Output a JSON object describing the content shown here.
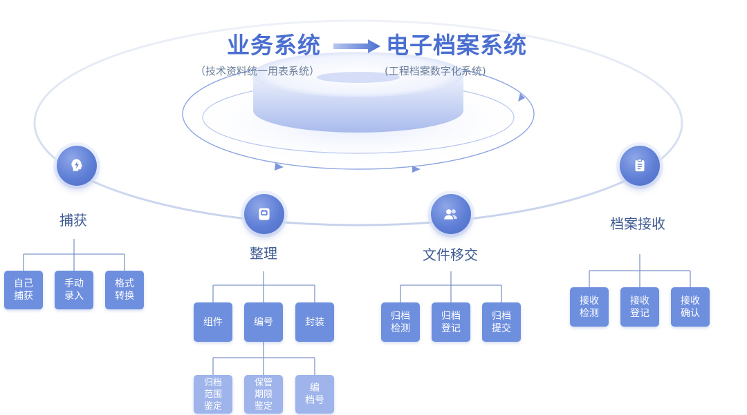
{
  "colors": {
    "accent": "#4a6fd0",
    "box": "#6e8ede",
    "box_light": "#9fb4ea"
  },
  "header": {
    "left_title": "业务系统",
    "left_subtitle": "（技术资料统一用表系统）",
    "right_title": "电子档案系统",
    "right_subtitle": "(工程档案数字化系统)"
  },
  "stages": [
    {
      "name": "捕获",
      "icon": "head-lightning-icon",
      "items": [
        "自己\n捕获",
        "手动\n录入",
        "格式\n转换"
      ]
    },
    {
      "name": "整理",
      "icon": "organize-icon",
      "items": [
        "组件",
        "编号",
        "封装"
      ],
      "sub_items": [
        "归档\n范围\n鉴定",
        "保管\n期限\n鉴定",
        "编\n档号"
      ]
    },
    {
      "name": "文件移交",
      "icon": "users-icon",
      "items": [
        "归档\n检测",
        "归档\n登记",
        "归档\n提交"
      ]
    },
    {
      "name": "档案接收",
      "icon": "clipboard-icon",
      "items": [
        "接收\n检测",
        "接收\n登记",
        "接收\n确认"
      ]
    }
  ]
}
